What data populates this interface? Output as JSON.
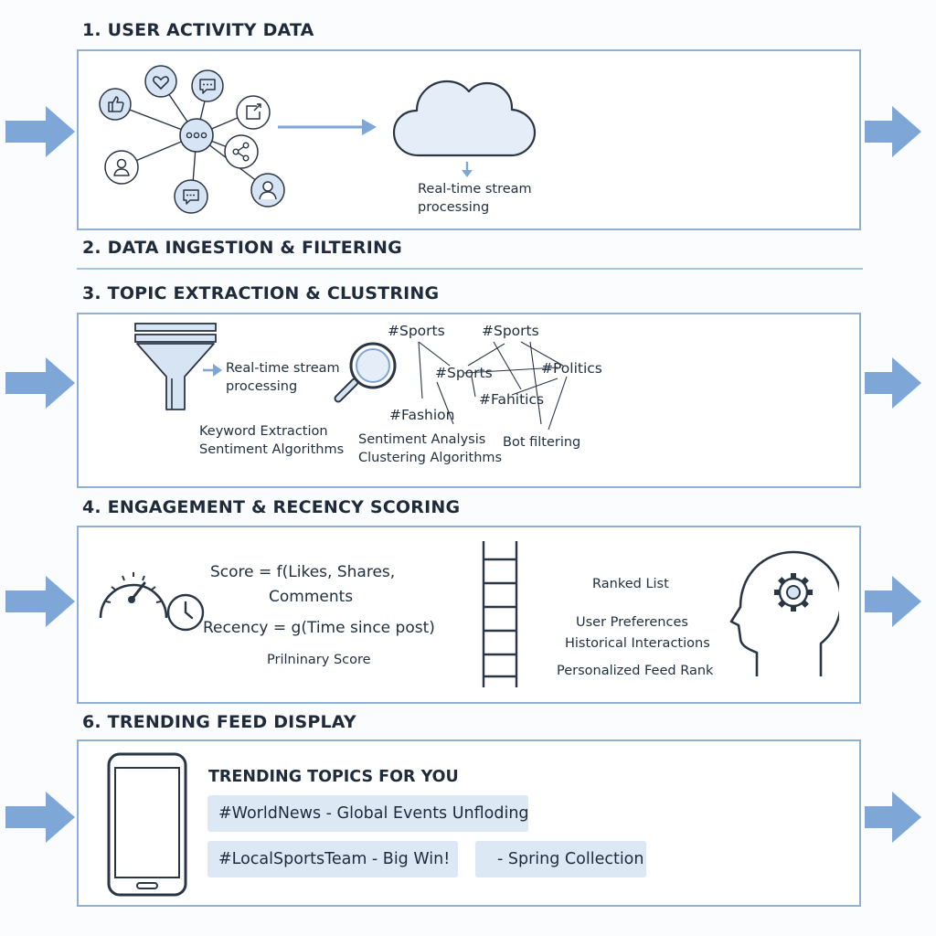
{
  "sections": {
    "s1": {
      "title": "1. USER ACTIVITY DATA",
      "cloud_caption_line1": "Real-time stream",
      "cloud_caption_line2": "processing"
    },
    "s2": {
      "title": "2. DATA INGESTION & FILTERING"
    },
    "s3": {
      "title": "3. TOPIC EXTRACTION & CLUSTRING",
      "funnel_caption_line1": "Real-time stream",
      "funnel_caption_line2": "processing",
      "keyword_line1": "Keyword Extraction",
      "keyword_line2": "Sentiment Algorithms",
      "sentiment_line1": "Sentiment Analysis",
      "sentiment_line2": "Clustering Algorithms",
      "bot_filtering": "Bot filtering",
      "hashtags": [
        "#Sports",
        "#Sports",
        "#Sports",
        "#Politics",
        "#Fahitics",
        "#Fashion"
      ]
    },
    "s4": {
      "title": "4. ENGAGEMENT & RECENCY SCORING",
      "score_line1": "Score = f(Likes, Shares,",
      "score_line2": "Comments",
      "recency": "Recency = g(Time since post)",
      "preliminary": "Prilninary Score",
      "ranked_list": "Ranked List",
      "user_preferences": "User Preferences",
      "historical_interactions": "Historical Interactions",
      "personalized_rank": "Personalized Feed Rank"
    },
    "s6": {
      "title": "6. TRENDING FEED DISPLAY",
      "heading": "TRENDING TOPICS FOR YOU",
      "items": [
        "#WorldNews - Global Events Unfloding",
        "#LocalSportsTeam - Big Win!",
        "- Spring Collection"
      ]
    }
  },
  "colors": {
    "accent_blue": "#7ea6d6",
    "panel_border": "#8fb0d2",
    "icon_fill": "#d7e4f4",
    "feed_item_bg": "#dde8f5",
    "dark_stroke": "#2b3645"
  },
  "icons": {
    "s1_network": [
      "like-icon",
      "heart-icon",
      "comment-icon",
      "repost-icon",
      "share-icon",
      "user-icon",
      "message-icon",
      "profile-icon",
      "hub-icon"
    ],
    "s1_storage": "cloud-icon",
    "s3": [
      "funnel-icon",
      "magnifier-icon"
    ],
    "s4": [
      "speedometer-icon",
      "clock-icon",
      "ladder-icon",
      "head-gear-icon"
    ],
    "s6": "smartphone-icon"
  }
}
